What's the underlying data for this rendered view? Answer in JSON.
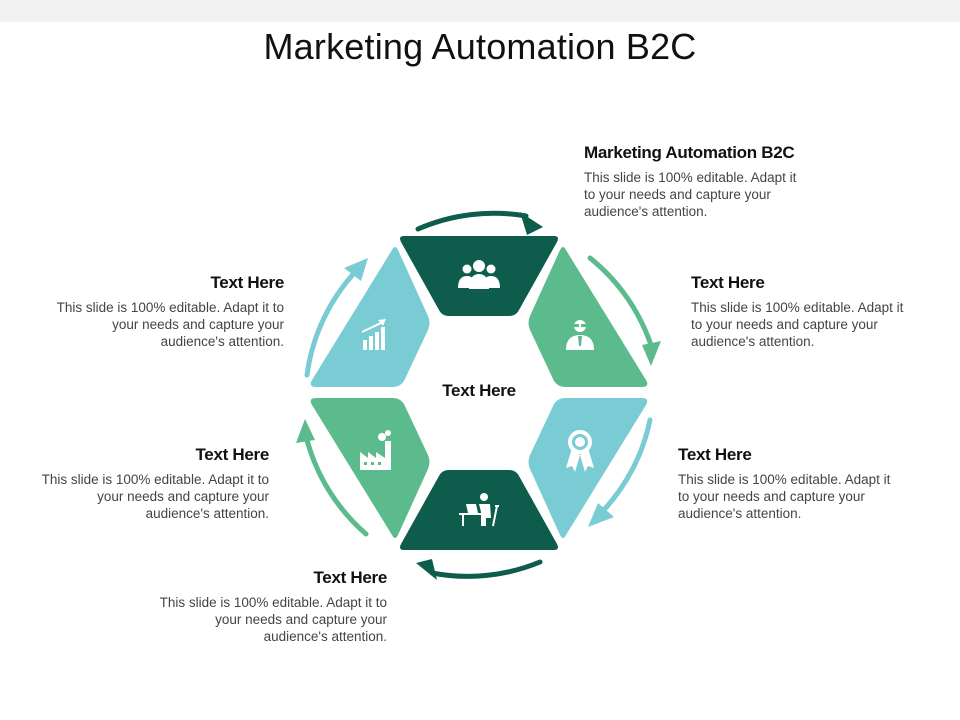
{
  "title": "Marketing Automation B2C",
  "center_label": "Text Here",
  "blocks": [
    {
      "heading": "Marketing Automation B2C",
      "body": "This slide is 100% editable. Adapt it to your needs and capture your audience's attention."
    },
    {
      "heading": "Text Here",
      "body": "This slide is 100% editable. Adapt it to your needs and capture your audience's attention."
    },
    {
      "heading": "Text Here",
      "body": "This slide is 100% editable. Adapt it to your needs and capture your audience's attention."
    },
    {
      "heading": "Text Here",
      "body": "This slide is 100% editable. Adapt it to your needs and capture your audience's attention."
    },
    {
      "heading": "Text Here",
      "body": "This slide is 100% editable. Adapt it to your needs and capture your audience's attention."
    },
    {
      "heading": "Text Here",
      "body": "This slide is 100% editable. Adapt it to your needs and capture your audience's attention."
    }
  ],
  "segments": [
    {
      "icon": "users-group-icon",
      "color": "#0d5c4c"
    },
    {
      "icon": "businessman-icon",
      "color": "#5bbb8c"
    },
    {
      "icon": "award-badge-icon",
      "color": "#79cbd4"
    },
    {
      "icon": "person-at-desk-icon",
      "color": "#0d5c4c"
    },
    {
      "icon": "factory-icon",
      "color": "#5bbb8c"
    },
    {
      "icon": "growth-chart-icon",
      "color": "#79cbd4"
    }
  ],
  "arrow_colors": [
    "#0d5c4c",
    "#5bbb8c",
    "#79cbd4"
  ]
}
